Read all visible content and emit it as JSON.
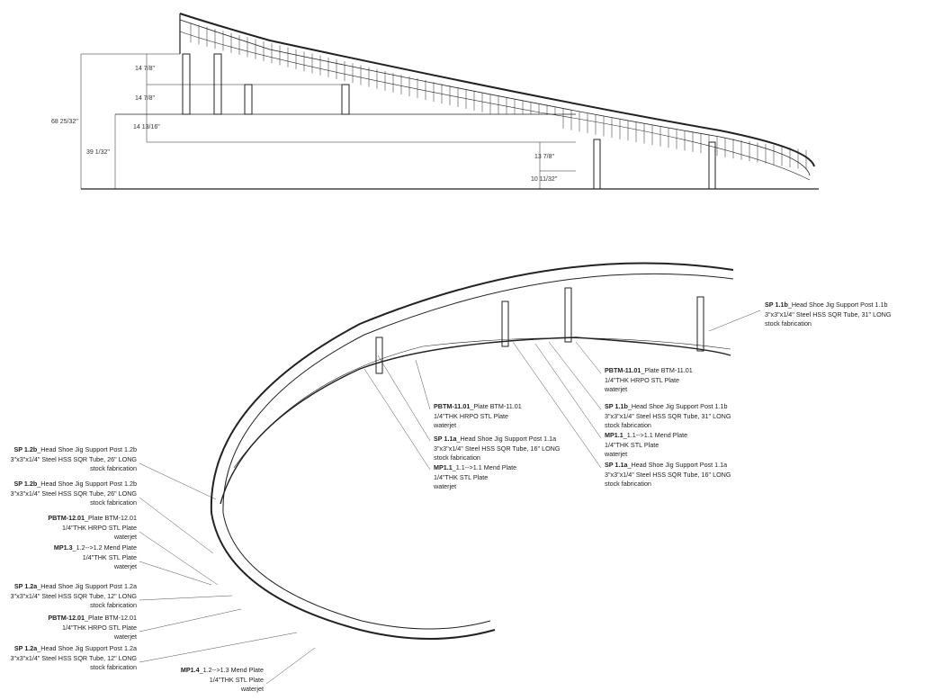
{
  "elevation": {
    "dims": {
      "overall": "68 25/32\"",
      "lower": "39 1/32\"",
      "seg1": "14 7/8\"",
      "seg2": "14 7/8\"",
      "seg3": "14 13/16\"",
      "right1": "13 7/8\"",
      "right2": "10 11/32\""
    }
  },
  "callouts": [
    {
      "id": "SP 1.1b",
      "name": "_Head Shoe Jig Support Post 1.1b",
      "l2": "3\"x3\"x1/4\" Steel HSS SQR Tube,  31\" LONG",
      "l3": "stock fabrication"
    },
    {
      "id": "PBTM-11.01",
      "name": "_Plate BTM-11.01",
      "l2": "1/4\"THK HRPO STL Plate",
      "l3": "waterjet"
    },
    {
      "id": "SP 1.1b",
      "name": "_Head Shoe Jig Support Post 1.1b",
      "l2": "3\"x3\"x1/4\" Steel HSS SQR Tube, 31\" LONG",
      "l3": "stock fabrication"
    },
    {
      "id": "MP1.1",
      "name": "_1.1-->1.1 Mend Plate",
      "l2": "1/4\"THK STL Plate",
      "l3": "waterjet"
    },
    {
      "id": "SP 1.1a",
      "name": "_Head Shoe Jig Support Post 1.1a",
      "l2": "3\"x3\"x1/4\" Steel HSS SQR Tube, 16\" LONG",
      "l3": "stock fabrication"
    },
    {
      "id": "PBTM-11.01",
      "name": "_Plate BTM-11.01",
      "l2": "1/4\"THK HRPO STL Plate",
      "l3": "waterjet"
    },
    {
      "id": "SP 1.1a",
      "name": "_Head Shoe Jig Support Post 1.1a",
      "l2": "3\"x3\"x1/4\" Steel HSS SQR Tube, 16\" LONG",
      "l3": "stock fabrication"
    },
    {
      "id": "MP1.1",
      "name": "_1.1-->1.1 Mend Plate",
      "l2": "1/4\"THK STL Plate",
      "l3": "waterjet"
    },
    {
      "id": "SP 1.2b",
      "name": "_Head Shoe Jig Support Post 1.2b",
      "l2": "3\"x3\"x1/4\" Steel HSS SQR Tube, 26\" LONG",
      "l3": "stock fabrication"
    },
    {
      "id": "SP 1.2b",
      "name": "_Head Shoe Jig Support Post 1.2b",
      "l2": "3\"x3\"x1/4\" Steel HSS SQR Tube, 26\" LONG",
      "l3": "stock fabrication"
    },
    {
      "id": "PBTM-12.01",
      "name": "_Plate BTM-12.01",
      "l2": "1/4\"THK HRPO STL Plate",
      "l3": "waterjet"
    },
    {
      "id": "MP1.3",
      "name": "_1.2-->1.2 Mend Plate",
      "l2": "1/4\"THK STL Plate",
      "l3": "waterjet"
    },
    {
      "id": "SP 1.2a",
      "name": "_Head Shoe Jig Support Post 1.2a",
      "l2": "3\"x3\"x1/4\" Steel HSS SQR Tube, 12\" LONG",
      "l3": "stock fabrication"
    },
    {
      "id": "PBTM-12.01",
      "name": "_Plate BTM-12.01",
      "l2": "1/4\"THK HRPO STL Plate",
      "l3": "waterjet"
    },
    {
      "id": "SP 1.2a",
      "name": "_Head Shoe Jig Support Post 1.2a",
      "l2": "3\"x3\"x1/4\" Steel HSS SQR Tube, 12\" LONG",
      "l3": "stock fabrication"
    },
    {
      "id": "MP1.4",
      "name": "_1.2-->1.3 Mend Plate",
      "l2": "1/4\"THK STL Plate",
      "l3": "waterjet"
    }
  ]
}
